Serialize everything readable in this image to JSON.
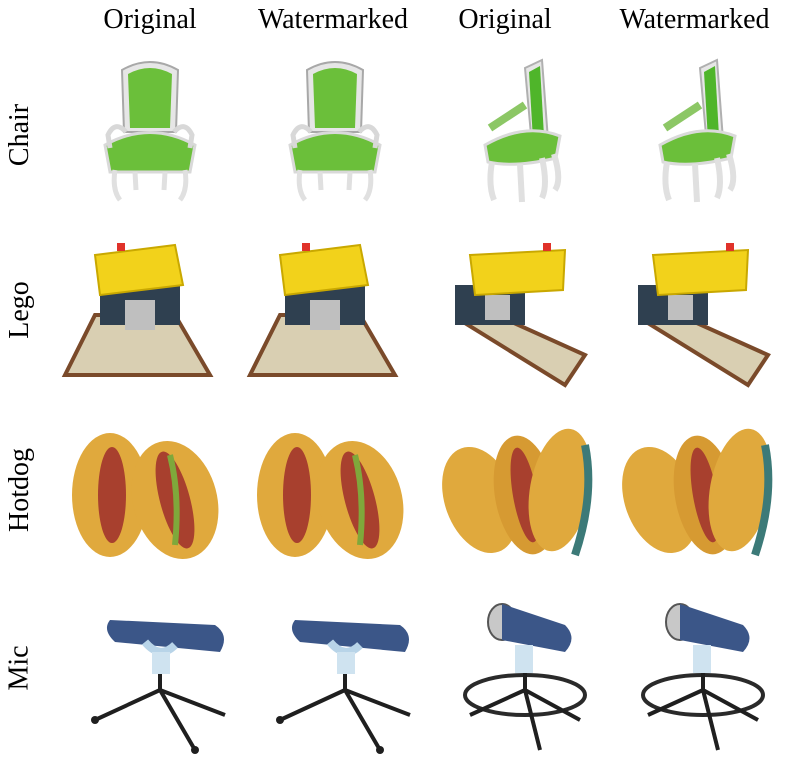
{
  "columns": [
    "Original",
    "Watermarked",
    "Original",
    "Watermarked"
  ],
  "rows": [
    "Chair",
    "Lego",
    "Hotdog",
    "Mic"
  ],
  "colors": {
    "chair_fabric": "#6bbf3a",
    "chair_frame": "#e6e6e6",
    "lego_yellow": "#f2d21b",
    "lego_base": "#d9cfb2",
    "lego_wood": "#7a4a2a",
    "hotdog_bun": "#e0a93d",
    "hotdog_sausage": "#a8402e",
    "mic_body": "#3b5688",
    "mic_stand": "#1f1f1f"
  }
}
